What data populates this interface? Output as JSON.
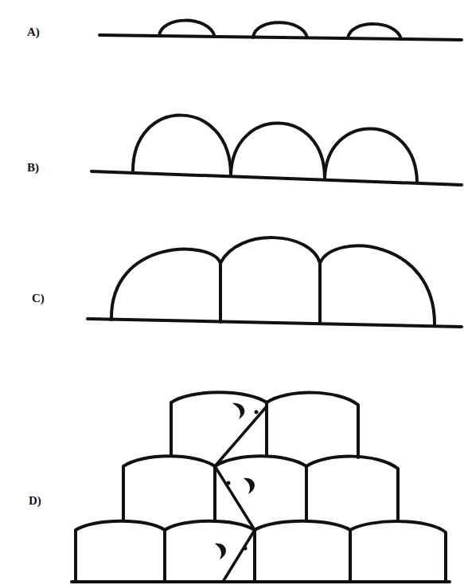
{
  "diagram": {
    "labels": [
      "A)",
      "B)",
      "C)",
      "D)"
    ]
  }
}
